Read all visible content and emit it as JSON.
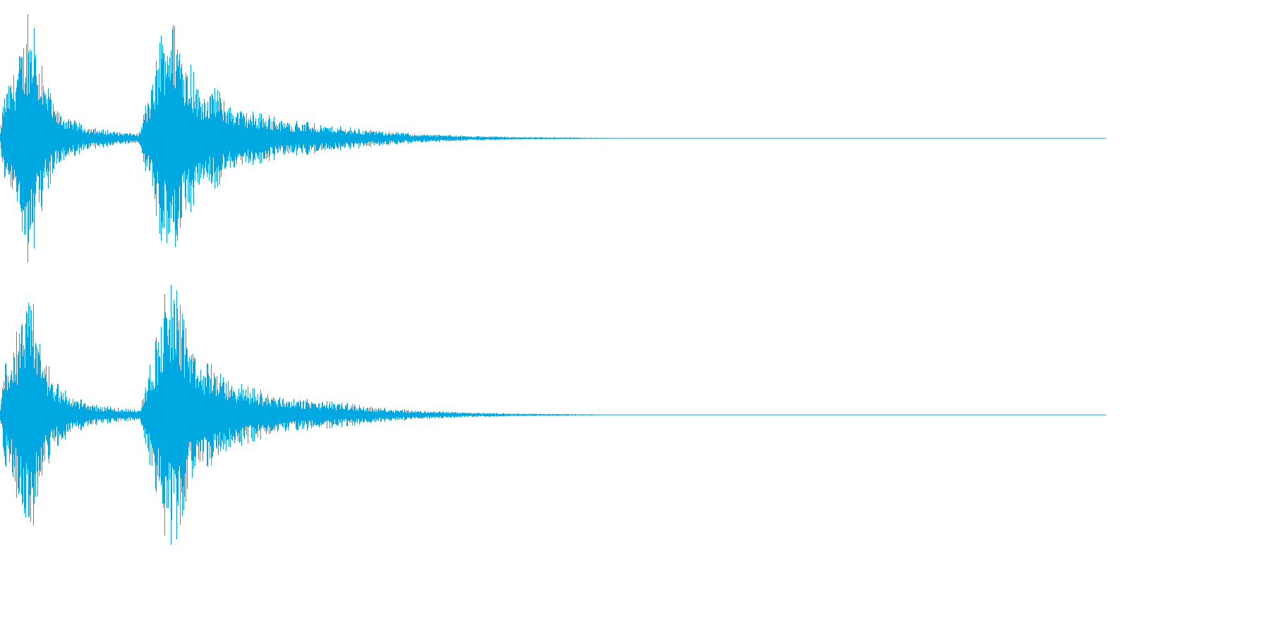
{
  "waveform": {
    "color": "#00a8e1",
    "background": "#ffffff",
    "channels": [
      {
        "channel": "left",
        "envelope": [
          {
            "t": 0.0,
            "a": 0.05
          },
          {
            "t": 0.003,
            "a": 0.35
          },
          {
            "t": 0.012,
            "a": 0.55
          },
          {
            "t": 0.02,
            "a": 0.8
          },
          {
            "t": 0.026,
            "a": 0.98
          },
          {
            "t": 0.032,
            "a": 0.8
          },
          {
            "t": 0.04,
            "a": 0.45
          },
          {
            "t": 0.05,
            "a": 0.25
          },
          {
            "t": 0.065,
            "a": 0.14
          },
          {
            "t": 0.085,
            "a": 0.08
          },
          {
            "t": 0.11,
            "a": 0.05
          },
          {
            "t": 0.126,
            "a": 0.04
          },
          {
            "t": 0.13,
            "a": 0.2
          },
          {
            "t": 0.14,
            "a": 0.55
          },
          {
            "t": 0.15,
            "a": 0.98
          },
          {
            "t": 0.158,
            "a": 1.0
          },
          {
            "t": 0.168,
            "a": 0.65
          },
          {
            "t": 0.18,
            "a": 0.4
          },
          {
            "t": 0.195,
            "a": 0.38
          },
          {
            "t": 0.21,
            "a": 0.26
          },
          {
            "t": 0.23,
            "a": 0.2
          },
          {
            "t": 0.26,
            "a": 0.14
          },
          {
            "t": 0.3,
            "a": 0.1
          },
          {
            "t": 0.34,
            "a": 0.06
          },
          {
            "t": 0.38,
            "a": 0.035
          },
          {
            "t": 0.42,
            "a": 0.02
          },
          {
            "t": 0.47,
            "a": 0.01
          },
          {
            "t": 0.52,
            "a": 0.006
          },
          {
            "t": 0.555,
            "a": 0.003
          },
          {
            "t": 0.56,
            "a": 0.0
          },
          {
            "t": 1.0,
            "a": 0.0
          }
        ]
      },
      {
        "channel": "right",
        "envelope": [
          {
            "t": 0.0,
            "a": 0.05
          },
          {
            "t": 0.003,
            "a": 0.35
          },
          {
            "t": 0.012,
            "a": 0.55
          },
          {
            "t": 0.02,
            "a": 0.8
          },
          {
            "t": 0.026,
            "a": 0.97
          },
          {
            "t": 0.032,
            "a": 0.78
          },
          {
            "t": 0.04,
            "a": 0.45
          },
          {
            "t": 0.05,
            "a": 0.25
          },
          {
            "t": 0.065,
            "a": 0.14
          },
          {
            "t": 0.085,
            "a": 0.08
          },
          {
            "t": 0.11,
            "a": 0.05
          },
          {
            "t": 0.126,
            "a": 0.04
          },
          {
            "t": 0.13,
            "a": 0.2
          },
          {
            "t": 0.14,
            "a": 0.55
          },
          {
            "t": 0.15,
            "a": 0.98
          },
          {
            "t": 0.158,
            "a": 1.0
          },
          {
            "t": 0.168,
            "a": 0.65
          },
          {
            "t": 0.18,
            "a": 0.4
          },
          {
            "t": 0.195,
            "a": 0.38
          },
          {
            "t": 0.21,
            "a": 0.26
          },
          {
            "t": 0.23,
            "a": 0.2
          },
          {
            "t": 0.26,
            "a": 0.14
          },
          {
            "t": 0.3,
            "a": 0.1
          },
          {
            "t": 0.34,
            "a": 0.06
          },
          {
            "t": 0.38,
            "a": 0.035
          },
          {
            "t": 0.42,
            "a": 0.02
          },
          {
            "t": 0.47,
            "a": 0.01
          },
          {
            "t": 0.52,
            "a": 0.006
          },
          {
            "t": 0.555,
            "a": 0.003
          },
          {
            "t": 0.56,
            "a": 0.0
          },
          {
            "t": 1.0,
            "a": 0.0
          }
        ]
      }
    ]
  }
}
